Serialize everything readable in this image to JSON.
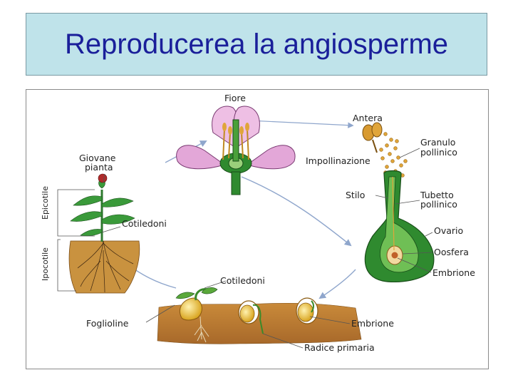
{
  "slide": {
    "title": "Reproducerea la angiosperme"
  },
  "diagram": {
    "labels": {
      "fiore": "Fiore",
      "antera": "Antera",
      "granulo_line1": "Granulo",
      "granulo_line2": "pollinico",
      "impollinazione": "Impollinazione",
      "stilo": "Stilo",
      "tubetto_line1": "Tubetto",
      "tubetto_line2": "pollinico",
      "ovario": "Ovario",
      "oosfera": "Oosfera",
      "embrione_right": "Embrione",
      "giovane_line1": "Giovane",
      "giovane_line2": "pianta",
      "epicotile": "Epicotile",
      "ipocotile": "Ipocotile",
      "cotiledoni_top": "Cotiledoni",
      "cotiledoni_bottom": "Cotiledoni",
      "foglioline": "Foglioline",
      "embrione_bottom": "Embrione",
      "radice_primaria": "Radice primaria"
    },
    "colors": {
      "title_bg": "#bfe3ea",
      "title_text": "#1a1f9a",
      "cycle_arrow": "#8fa6cc",
      "soil": "#b8782c",
      "stem_green": "#2f8a2f",
      "petal_pink": "#e3a7d8",
      "pollen": "#e0a53a"
    }
  }
}
